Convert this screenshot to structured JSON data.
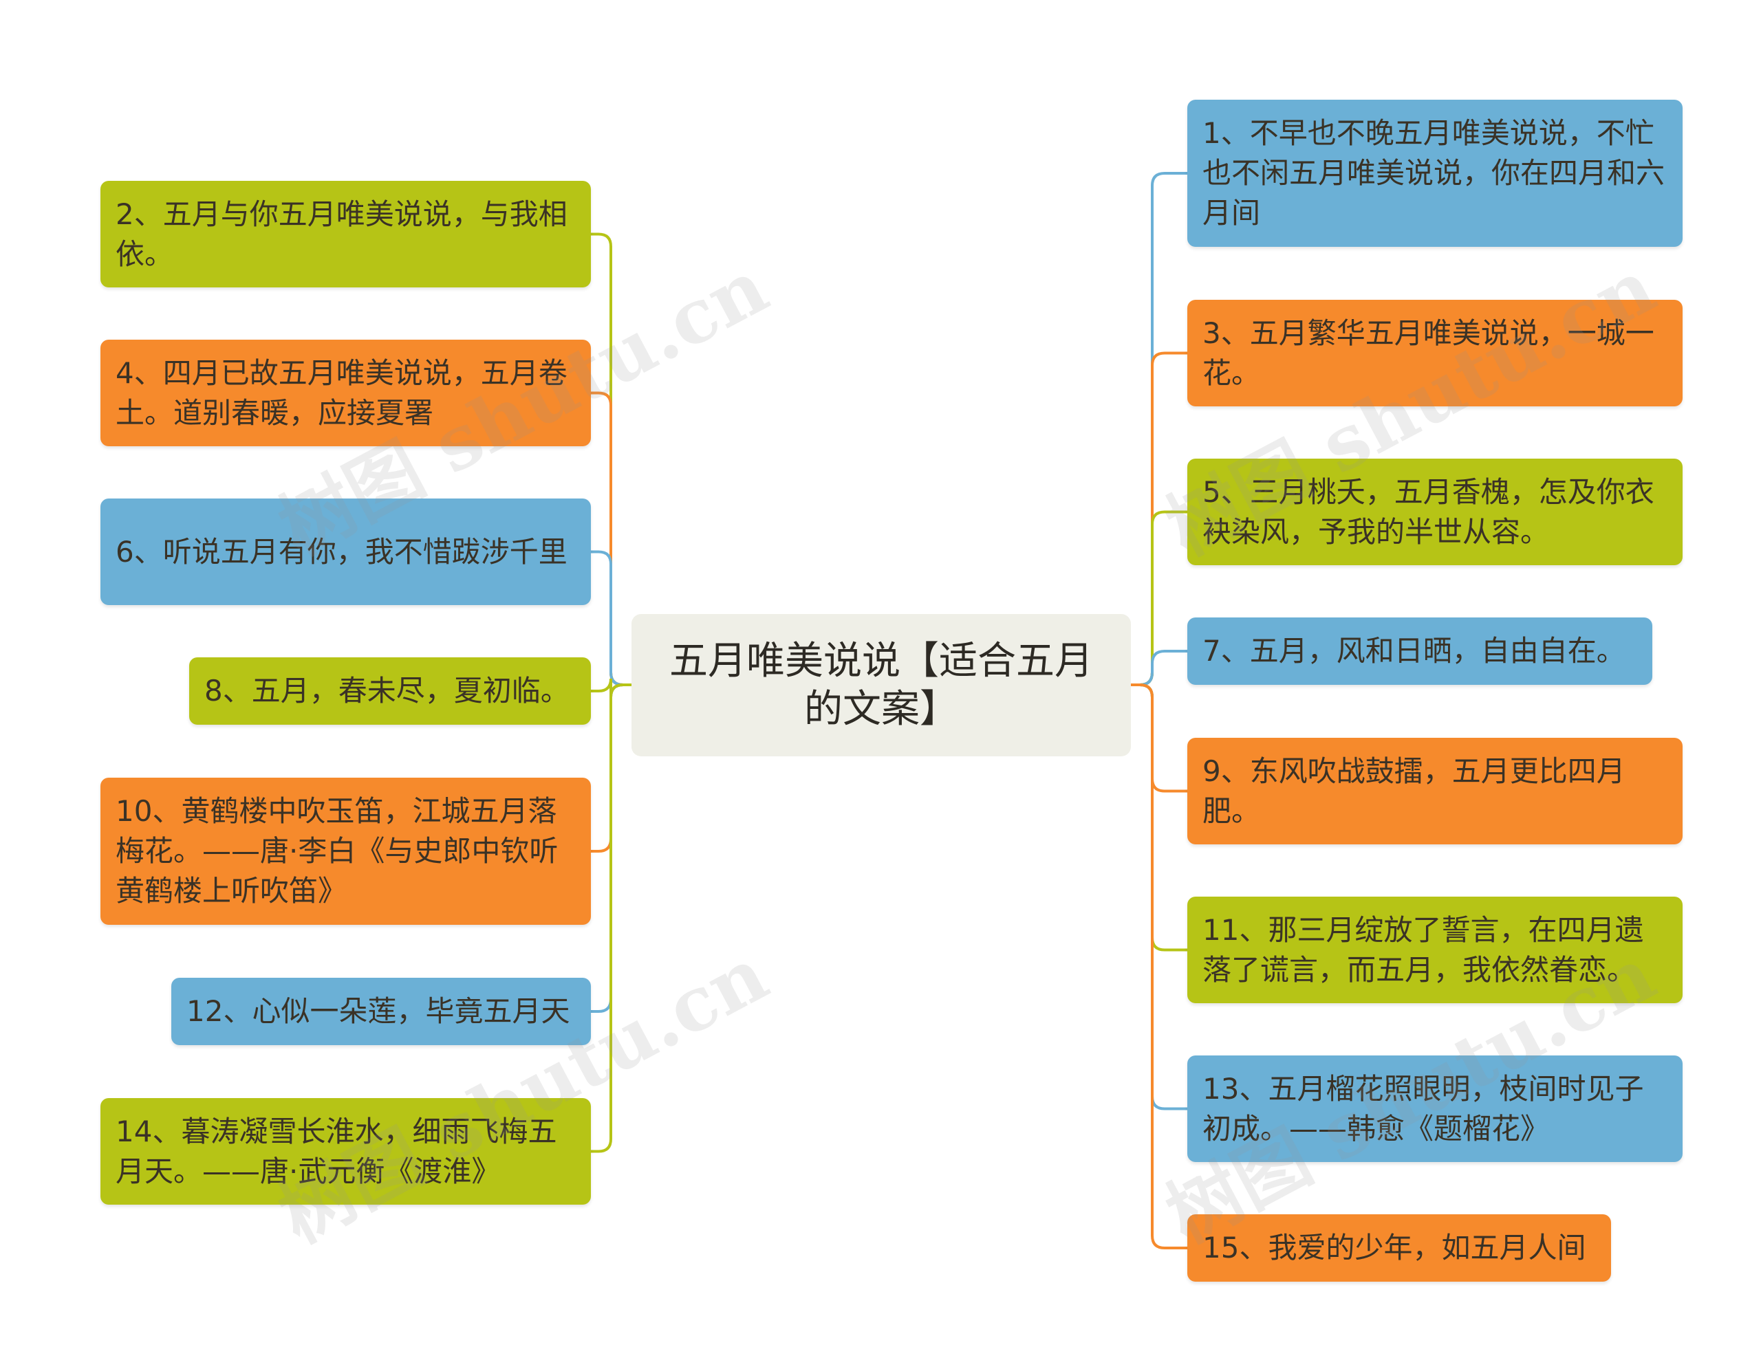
{
  "center": {
    "title": "五月唯美说说【适合五月的文案】"
  },
  "branches": [
    {
      "id": "n1",
      "text": "1、不早也不晚五月唯美说说，不忙也不闲五月唯美说说，你在四月和六月间",
      "color": "blue"
    },
    {
      "id": "n2",
      "text": "2、五月与你五月唯美说说，与我相依。",
      "color": "green"
    },
    {
      "id": "n3",
      "text": "3、五月繁华五月唯美说说，一城一花。",
      "color": "orange"
    },
    {
      "id": "n4",
      "text": "4、四月已故五月唯美说说，五月卷土。道别春暖，应接夏署",
      "color": "orange"
    },
    {
      "id": "n5",
      "text": "5、三月桃夭，五月香槐，怎及你衣袂染风，予我的半世从容。",
      "color": "green"
    },
    {
      "id": "n6",
      "text": "6、听说五月有你，我不惜跋涉千里",
      "color": "blue"
    },
    {
      "id": "n7",
      "text": "7、五月，风和日晒，自由自在。",
      "color": "blue"
    },
    {
      "id": "n8",
      "text": "8、五月，春未尽，夏初临。",
      "color": "green"
    },
    {
      "id": "n9",
      "text": "9、东风吹战鼓擂，五月更比四月肥。",
      "color": "orange"
    },
    {
      "id": "n10",
      "text": "10、黄鹤楼中吹玉笛，江城五月落梅花。——唐·李白《与史郎中钦听黄鹤楼上听吹笛》",
      "color": "orange"
    },
    {
      "id": "n11",
      "text": "11、那三月绽放了誓言，在四月遗落了谎言，而五月，我依然眷恋。",
      "color": "green"
    },
    {
      "id": "n12",
      "text": "12、心似一朵莲，毕竟五月天",
      "color": "blue"
    },
    {
      "id": "n13",
      "text": "13、五月榴花照眼明，枝间时见子初成。——韩愈《题榴花》",
      "color": "blue"
    },
    {
      "id": "n14",
      "text": "14、暮涛凝雪长淮水，细雨飞梅五月天。——唐·武元衡《渡淮》",
      "color": "green"
    },
    {
      "id": "n15",
      "text": "15、我爱的少年，如五月人间",
      "color": "orange"
    }
  ],
  "watermark": {
    "text": "树图 shutu.cn"
  },
  "colors": {
    "green": "#b6c416",
    "orange": "#f68a2c",
    "blue": "#6bb0d6",
    "center_bg": "#efefe7"
  }
}
